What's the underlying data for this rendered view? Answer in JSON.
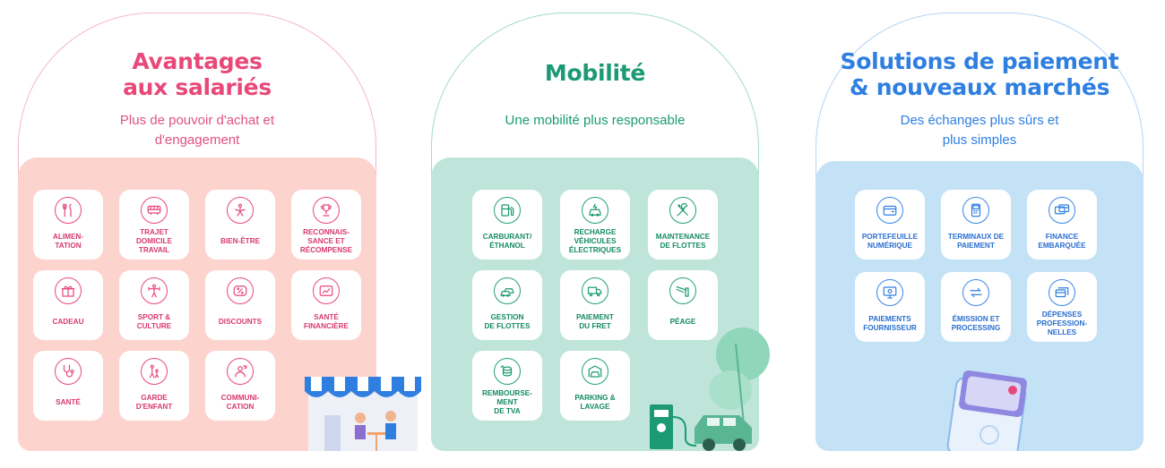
{
  "panels": [
    {
      "title_line1": "Avantages",
      "title_line2": "aux salariés",
      "subtitle_line1": "Plus de pouvoir d'achat et",
      "subtitle_line2": "d'engagement",
      "accent": "#e8487a",
      "tiles": [
        {
          "label": "ALIMEN-\nTATION",
          "icon": "cutlery-icon"
        },
        {
          "label": "TRAJET\nDOMICILE\nTRAVAIL",
          "icon": "bus-icon"
        },
        {
          "label": "BIEN-ÊTRE",
          "icon": "wellness-icon"
        },
        {
          "label": "RECONNAIS-\nSANCE ET\nRÉCOMPENSE",
          "icon": "trophy-icon"
        },
        {
          "label": "CADEAU",
          "icon": "gift-icon"
        },
        {
          "label": "SPORT &\nCULTURE",
          "icon": "sport-icon"
        },
        {
          "label": "DISCOUNTS",
          "icon": "discount-icon"
        },
        {
          "label": "SANTÉ\nFINANCIÈRE",
          "icon": "finance-health-icon"
        },
        {
          "label": "SANTÉ",
          "icon": "stethoscope-icon"
        },
        {
          "label": "GARDE\nD'ENFANT",
          "icon": "childcare-icon"
        },
        {
          "label": "COMMUNI-\nCATION",
          "icon": "communication-icon"
        }
      ]
    },
    {
      "title_line1": "Mobilité",
      "subtitle_line1": "Une mobilité plus responsable",
      "accent": "#1c9a73",
      "tiles": [
        {
          "label": "CARBURANT/\nÉTHANOL",
          "icon": "fuel-pump-icon"
        },
        {
          "label": "RECHARGE\nVÉHICULES\nÉLECTRIQUES",
          "icon": "ev-charge-icon"
        },
        {
          "label": "MAINTENANCE\nDE FLOTTES",
          "icon": "tools-icon"
        },
        {
          "label": "GESTION\nDE FLOTTES",
          "icon": "fleet-icon"
        },
        {
          "label": "PAIEMENT\nDU FRET",
          "icon": "truck-icon"
        },
        {
          "label": "PÉAGE",
          "icon": "toll-icon"
        },
        {
          "label": "REMBOURSE-\nMENT\nDE TVA",
          "icon": "refund-icon"
        },
        {
          "label": "PARKING &\nLAVAGE",
          "icon": "parking-icon"
        }
      ]
    },
    {
      "title_line1": "Solutions de paiement",
      "title_line2": "& nouveaux marchés",
      "subtitle_line1": "Des échanges plus sûrs et",
      "subtitle_line2": "plus simples",
      "accent": "#2f7fe0",
      "tiles": [
        {
          "label": "PORTEFEUILLE\nNUMÉRIQUE",
          "icon": "wallet-icon"
        },
        {
          "label": "TERMINAUX DE\nPAIEMENT",
          "icon": "terminal-icon"
        },
        {
          "label": "FINANCE\nEMBARQUÉE",
          "icon": "embedded-finance-icon"
        },
        {
          "label": "PAIEMENTS\nFOURNISSEUR",
          "icon": "supplier-payment-icon"
        },
        {
          "label": "ÉMISSION ET\nPROCESSING",
          "icon": "exchange-icon"
        },
        {
          "label": "DÉPENSES\nPROFESSION-\nNELLES",
          "icon": "expenses-icon"
        }
      ]
    }
  ]
}
